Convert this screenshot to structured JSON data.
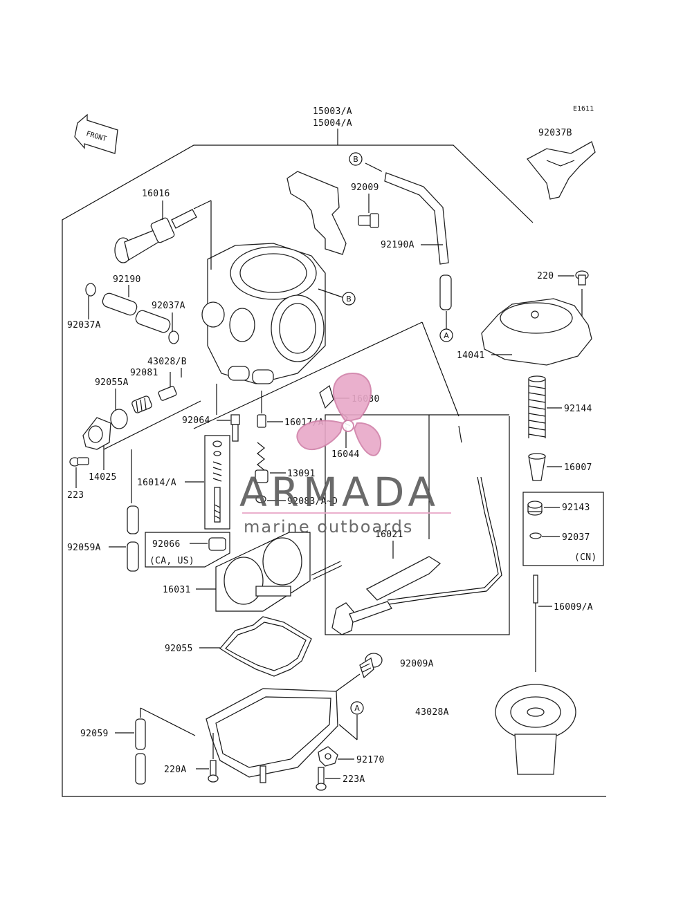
{
  "figure_code": "E1611",
  "front_label": "FRONT",
  "assembly_labels": [
    "15003/A",
    "15004/A"
  ],
  "callouts": {
    "a": "A",
    "b": "B"
  },
  "parts": [
    "16016",
    "92190",
    "92037A",
    "92037A",
    "92037B",
    "92009",
    "92190A",
    "220",
    "14041",
    "92144",
    "16007",
    "92143",
    "92037",
    "(CN)",
    "16009/A",
    "43028/B",
    "92081",
    "92055A",
    "14025",
    "223",
    "92064",
    "16017/A",
    "16030",
    "16044",
    "13091",
    "92083/A~D",
    "16014/A",
    "92059A",
    "92066",
    "(CA, US)",
    "16021",
    "16031",
    "92055",
    "92009A",
    "43028A",
    "92059",
    "220A",
    "92170",
    "223A"
  ],
  "watermark": {
    "brand": "ARMADA",
    "tagline": "marine outboards",
    "logo_color": "#e8a8c8"
  }
}
